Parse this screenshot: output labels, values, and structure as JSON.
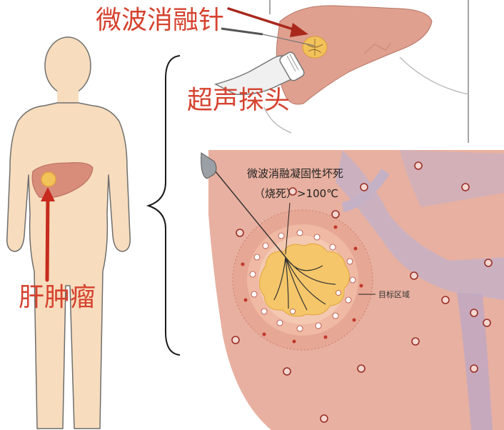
{
  "labels": {
    "needle": "微波消融针",
    "probe": "超声探头",
    "tumor": "肝肿瘤",
    "necrosis_line1": "微波消融凝固性坏死",
    "necrosis_line2": "（烧死）>100℃",
    "target_zone": "目标区域"
  },
  "colors": {
    "label_red": "#d5432f",
    "skin": "#f6d8b8",
    "liver": "#e0a08f",
    "tumor": "#f3c35a"
  }
}
